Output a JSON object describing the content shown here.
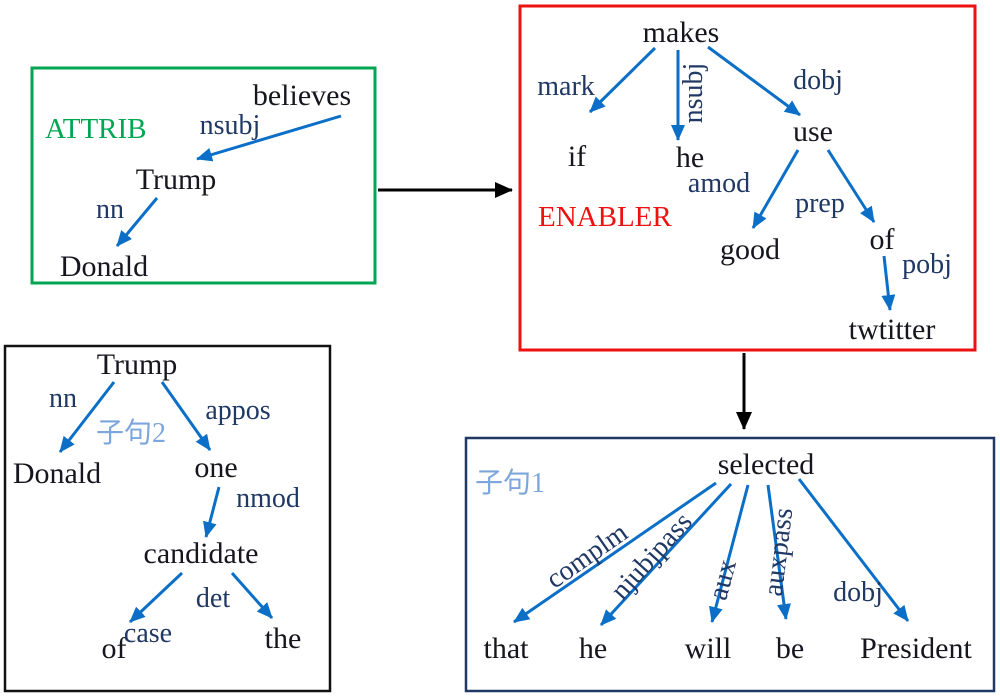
{
  "colors": {
    "word_color": "#16161e",
    "label_blue": "#203864",
    "arrow_blue": "#0b6fc7",
    "attrib_green": "#00a651",
    "enabler_red": "#ee1111",
    "clause_blue": "#7da7dc",
    "navy_border": "#1f3864"
  },
  "attrib_box": {
    "title": "ATTRIB",
    "words": {
      "believes": "believes",
      "trump": "Trump",
      "donald": "Donald"
    },
    "deps": {
      "nsubj": "nsubj",
      "nn": "nn"
    }
  },
  "enabler_box": {
    "title": "ENABLER",
    "words": {
      "makes": "makes",
      "if": "if",
      "he": "he",
      "use": "use",
      "good": "good",
      "of": "of",
      "twtitter": "twtitter"
    },
    "deps": {
      "mark": "mark",
      "nsubj": "nsubj",
      "dobj": "dobj",
      "amod": "amod",
      "prep": "prep",
      "pobj": "pobj"
    }
  },
  "clause2_box": {
    "title": "子句2",
    "words": {
      "trump": "Trump",
      "donald": "Donald",
      "one": "one",
      "candidate": "candidate",
      "of": "of",
      "the": "the"
    },
    "deps": {
      "nn": "nn",
      "appos": "appos",
      "nmod": "nmod",
      "det": "det",
      "case": "case"
    }
  },
  "clause1_box": {
    "title": "子句1",
    "words": {
      "selected": "selected",
      "that": "that",
      "he": "he",
      "will": "will",
      "be": "be",
      "president": "President"
    },
    "deps": {
      "complm": "complm",
      "njubjpass": "njubjpass",
      "aux": "aux",
      "auxpass": "auxpass",
      "dobj": "dobj"
    }
  }
}
